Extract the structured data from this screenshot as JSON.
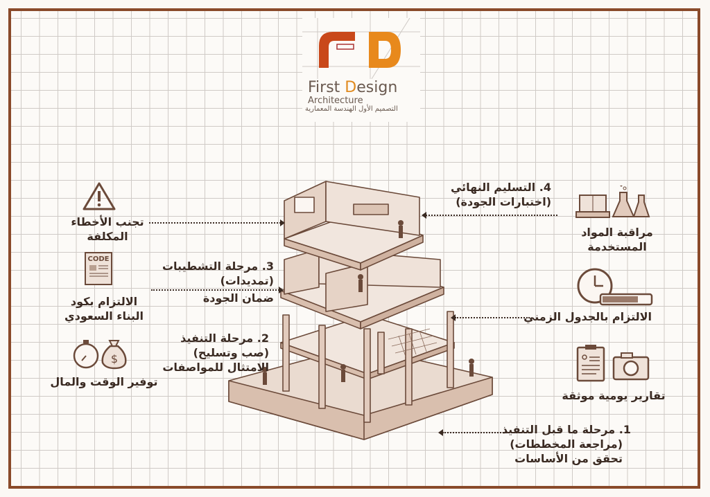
{
  "logo": {
    "name_prefix": "First ",
    "name_d": "D",
    "name_suffix": "esign",
    "subtitle": "Architecture",
    "arabic": "التصميم الأول الهندسة المعمارية",
    "colors": {
      "f": "#c9481a",
      "d": "#e8891c"
    }
  },
  "left_items": [
    {
      "icon": "warning-icon",
      "lines": [
        "تجنب الأخطاء",
        "المكلفة"
      ]
    },
    {
      "icon": "code-book-icon",
      "icon_text": "CODE",
      "lines": [
        "الالتزام بكود",
        "البناء السعودي"
      ]
    },
    {
      "icon": "stopwatch-money-icon",
      "lines": [
        "توفير الوقت والمال"
      ]
    }
  ],
  "right_items": [
    {
      "icon": "materials-lab-icon",
      "lines": [
        "مراقبة المواد",
        "المستخدمة"
      ]
    },
    {
      "icon": "clock-progress-icon",
      "lines": [
        "الالتزام بالجدول الزمني"
      ],
      "progress": 0.75
    },
    {
      "icon": "clipboard-camera-icon",
      "lines": [
        "تقارير يومية موثقة"
      ]
    }
  ],
  "phases": [
    {
      "lines": [
        "1. مرحلة ما قبل التنفيذ",
        "(مراجعة المخططات)",
        "تحقق من الأساسات"
      ]
    },
    {
      "lines": [
        "2. مرحلة التنفيذ",
        "(صب وتسليح)",
        "الامتثال للمواصفات"
      ]
    },
    {
      "lines": [
        "3. مرحلة التشطيبات",
        "(تمديدات)",
        "ضمان الجودة"
      ]
    },
    {
      "lines": [
        "4. التسليم النهائي",
        "(اختبارات الجودة)"
      ]
    }
  ],
  "colors": {
    "frame": "#8a4a2a",
    "text": "#3a2a22",
    "sketch": "#6b4a3a",
    "sketch_fill": "#eadbd0"
  }
}
